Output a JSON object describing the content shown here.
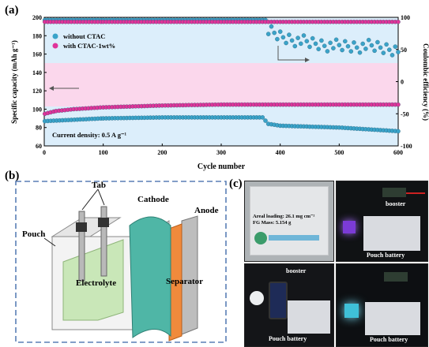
{
  "panels": {
    "a": "(a)",
    "b": "(b)",
    "c": "(c)"
  },
  "chart_data": {
    "type": "scatter",
    "title": "",
    "xlabel": "Cycle number",
    "ylabel_left": "Specific capacity (mAh g⁻¹)",
    "ylabel_right": "Coulombic efficiency (%)",
    "xlim": [
      0,
      600
    ],
    "ylim_left": [
      60,
      200
    ],
    "ylim_right": [
      -100,
      100
    ],
    "xticks": [
      "0",
      "100",
      "200",
      "300",
      "400",
      "500",
      "600"
    ],
    "yticks_left": [
      "60",
      "80",
      "100",
      "120",
      "140",
      "160",
      "180",
      "200"
    ],
    "yticks_right": [
      "-100",
      "-50",
      "0",
      "50",
      "100"
    ],
    "grid": false,
    "legend_position": "top-left",
    "annotation": "Current density: 0.5 A g⁻¹",
    "series": [
      {
        "name": "without CTAC",
        "color": "#3aa3c9",
        "axis": "left",
        "x": [
          1,
          100,
          200,
          300,
          370,
          380,
          400,
          450,
          500,
          550,
          600
        ],
        "values": [
          87,
          90,
          91,
          91,
          91,
          84,
          82,
          81,
          80,
          78,
          76
        ]
      },
      {
        "name": "with CTAC-1wt%",
        "color": "#e0349a",
        "axis": "left",
        "x": [
          1,
          20,
          50,
          100,
          200,
          300,
          400,
          500,
          600
        ],
        "values": [
          95,
          98,
          100,
          102,
          104,
          105,
          105,
          105,
          105
        ]
      },
      {
        "name": "without CTAC CE",
        "color": "#3aa3c9",
        "axis": "right",
        "x": [
          1,
          100,
          200,
          300,
          375,
          380,
          400,
          450,
          500,
          550,
          600
        ],
        "values": [
          96,
          96,
          96,
          96,
          96,
          78,
          70,
          60,
          55,
          55,
          50
        ]
      },
      {
        "name": "with CTAC-1wt% CE",
        "color": "#e0349a",
        "axis": "right",
        "x": [
          1,
          100,
          200,
          300,
          400,
          500,
          600
        ],
        "values": [
          93,
          93,
          93,
          93,
          93,
          93,
          93
        ]
      }
    ]
  },
  "diagram": {
    "tab": "Tab",
    "cathode": "Cathode",
    "anode": "Anode",
    "pouch": "Pouch",
    "electrolyte": "Electrolyte",
    "separator": "Separator"
  },
  "photos": {
    "areal_loading": "Areal loading: 26.1 mg cm⁻²",
    "fg_mass": "FG Mass: 5.154 g",
    "booster_1": "booster",
    "booster_2": "booster",
    "pouch_battery_1": "Pouch battery",
    "pouch_battery_2": "Pouch battery",
    "pouch_battery_3": "Pouch battery"
  },
  "colors": {
    "pink_band": "#fbd7ec",
    "blue_band": "#dceefb",
    "dashed_border": "#5a7fb5"
  }
}
